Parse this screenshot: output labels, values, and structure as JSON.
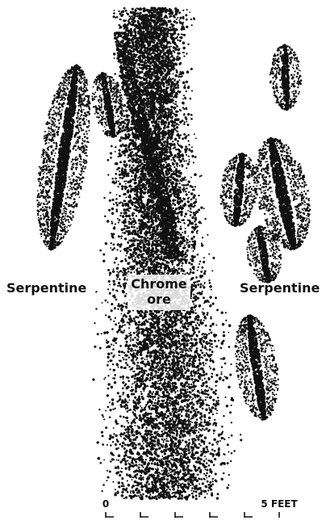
{
  "labels": {
    "chrome_ore_line1": "Chrome",
    "chrome_ore_line2": "ore",
    "left_rock": "Serpentine",
    "right_rock": "Serpentine"
  },
  "scale_bar": {
    "start_label": "0",
    "end_label": "5 FEET"
  },
  "colors": {
    "ink": "#111111",
    "paper": "#ffffff"
  }
}
